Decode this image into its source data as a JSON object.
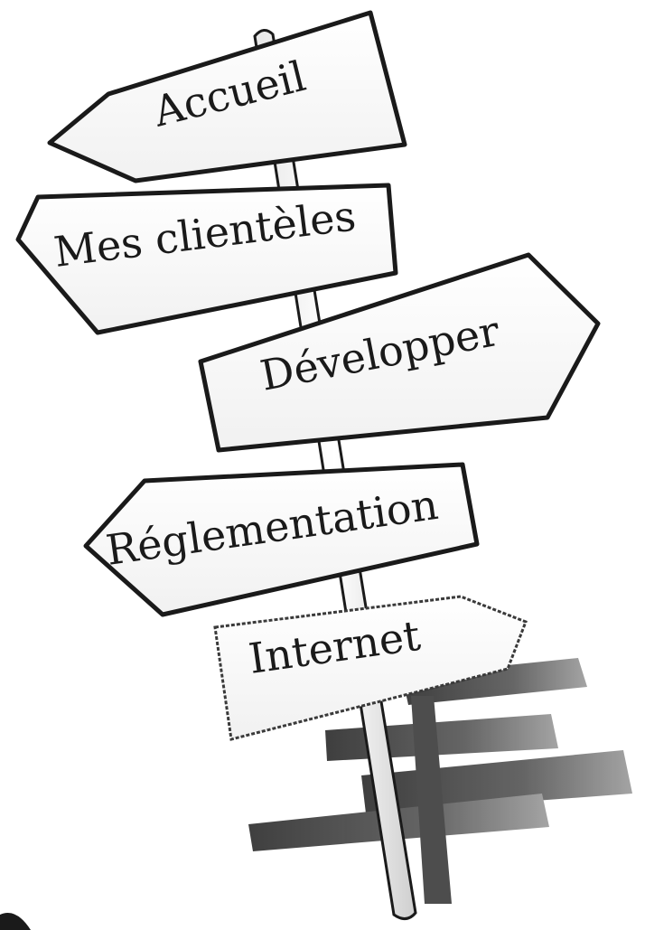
{
  "signpost": {
    "signs": [
      {
        "id": "accueil",
        "label": "Accueil"
      },
      {
        "id": "mes-clienteles",
        "label": "Mes clientèles"
      },
      {
        "id": "developper",
        "label": "Développer"
      },
      {
        "id": "reglementation",
        "label": "Réglementation"
      },
      {
        "id": "internet",
        "label": "Internet"
      }
    ]
  }
}
